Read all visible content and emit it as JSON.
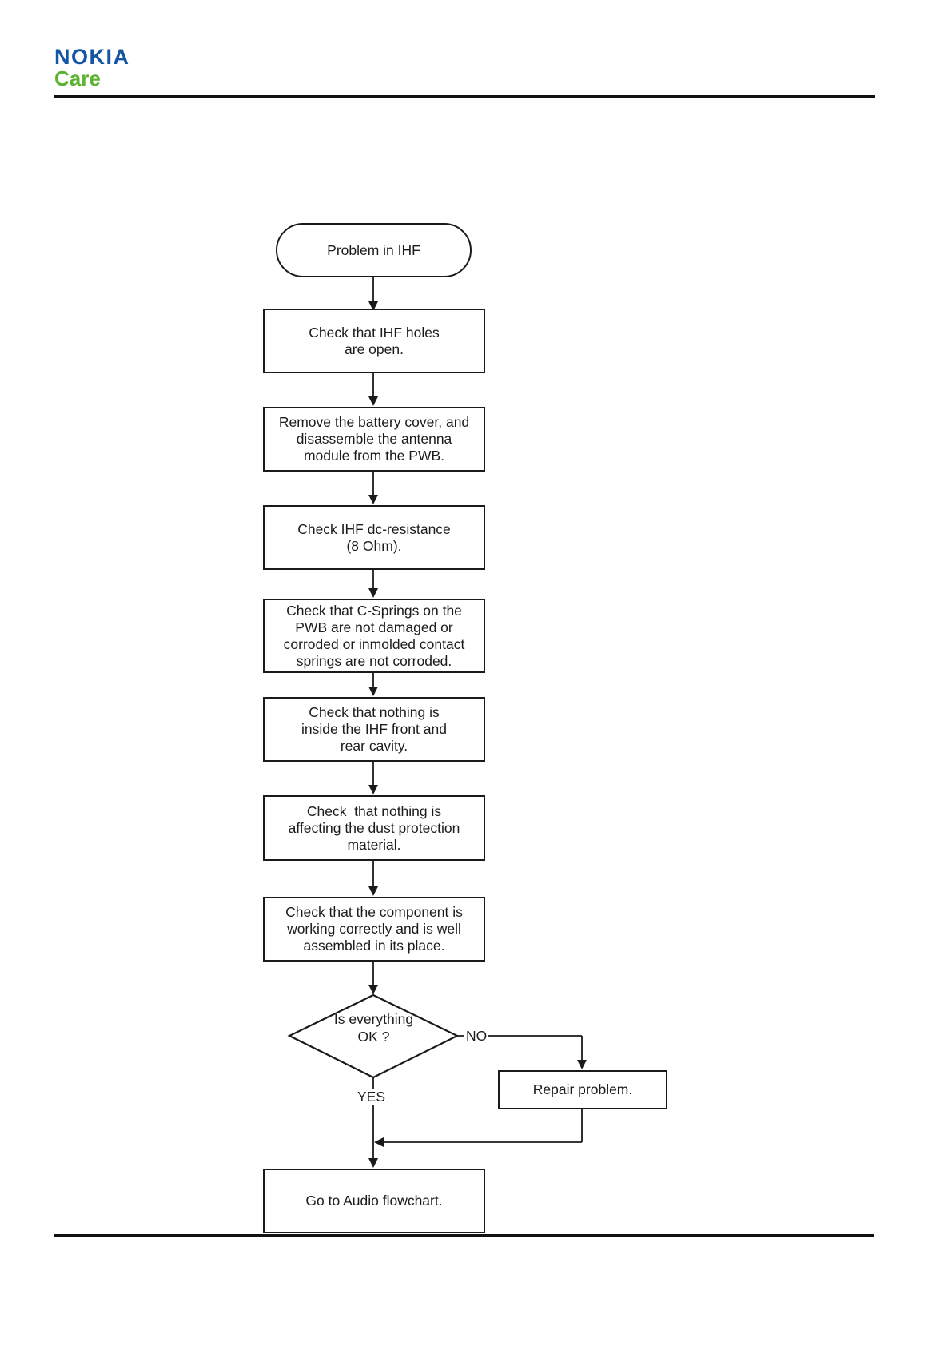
{
  "header": {
    "brand": "NOKIA",
    "sub_brand": "Care"
  },
  "colors": {
    "nokia_blue": "#1456a4",
    "care_green": "#5cb231",
    "line_black": "#1a1a1a",
    "page_background": "#ffffff"
  },
  "flowchart": {
    "title_semantic": "IHF troubleshooting flowchart",
    "nodes": {
      "start": {
        "type": "terminator",
        "label": "Problem in IHF"
      },
      "step1": {
        "type": "process",
        "label": "Check that IHF holes\nare open."
      },
      "step2": {
        "type": "process",
        "label": "Remove the battery cover, and\ndisassemble the antenna\nmodule from the PWB."
      },
      "step3": {
        "type": "process",
        "label": "Check IHF dc-resistance\n(8 Ohm)."
      },
      "step4": {
        "type": "process",
        "label": "Check that C-Springs on the\nPWB are not damaged or\ncorroded or inmolded contact\nsprings are not corroded."
      },
      "step5": {
        "type": "process",
        "label": "Check that nothing is\ninside the IHF front and\nrear cavity."
      },
      "step6": {
        "type": "process",
        "label": "Check  that nothing is\naffecting the dust protection\nmaterial."
      },
      "step7": {
        "type": "process",
        "label": "Check that the component is\nworking correctly and is well\nassembled in its place."
      },
      "decision": {
        "type": "decision",
        "label": "Is everything\nOK ?"
      },
      "repair": {
        "type": "process",
        "label": "Repair problem."
      },
      "end": {
        "type": "process",
        "label": "Go to Audio flowchart."
      }
    },
    "edge_labels": {
      "no": "NO",
      "yes": "YES"
    },
    "edges": [
      "start -> step1",
      "step1 -> step2",
      "step2 -> step3",
      "step3 -> step4",
      "step4 -> step5",
      "step5 -> step6",
      "step6 -> step7",
      "step7 -> decision",
      "decision -NO-> repair",
      "decision -YES-> end",
      "repair -> end"
    ]
  }
}
